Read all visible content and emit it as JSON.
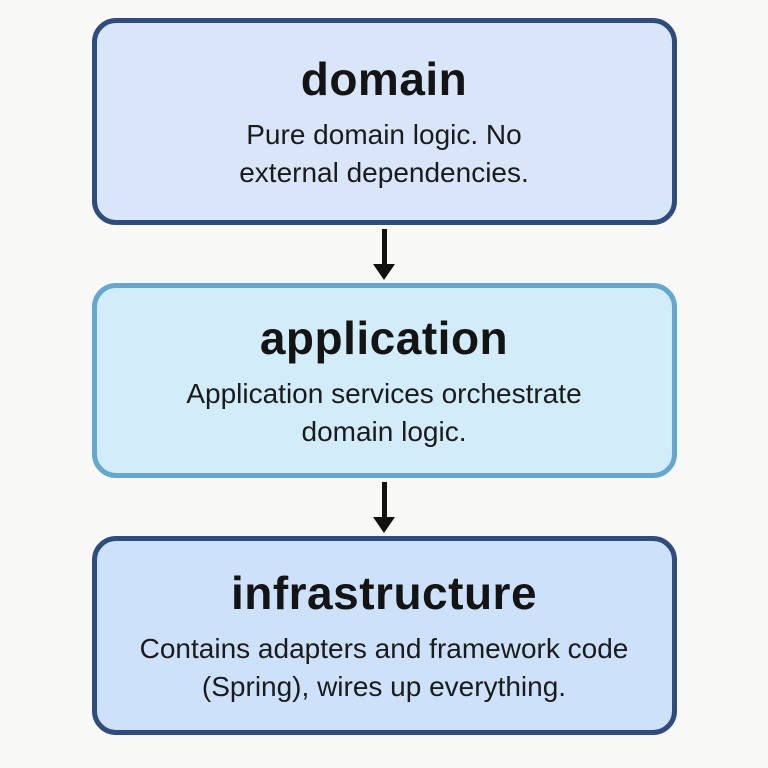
{
  "diagram": {
    "name": "layered-architecture",
    "background_color": "#f8f8f6",
    "arrow_color": "#111111",
    "layers": [
      {
        "id": "domain",
        "title": "domain",
        "description": "Pure domain logic. No external dependencies.",
        "fill_color": "#d9e6fa",
        "border_color": "#2e4d7d"
      },
      {
        "id": "application",
        "title": "application",
        "description": "Application services orchestrate domain logic.",
        "fill_color": "#d3ecfa",
        "border_color": "#64a7cf"
      },
      {
        "id": "infrastructure",
        "title": "infrastructure",
        "description": "Contains adapters and framework code (Spring), wires up everything.",
        "fill_color": "#cde1fa",
        "border_color": "#2e4d7d"
      }
    ]
  }
}
